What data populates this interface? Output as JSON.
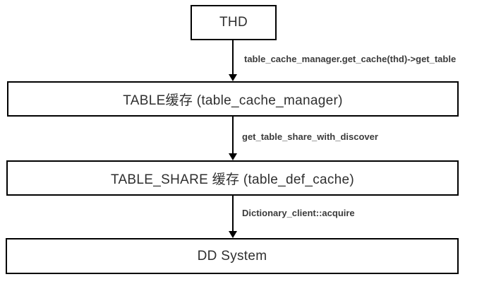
{
  "diagram": {
    "type": "flowchart",
    "direction": "top-down",
    "nodes": [
      {
        "id": "thd",
        "label": "THD"
      },
      {
        "id": "table-cache",
        "label": "TABLE缓存 (table_cache_manager)"
      },
      {
        "id": "table-share-cache",
        "label": "TABLE_SHARE 缓存 (table_def_cache)"
      },
      {
        "id": "dd-system",
        "label": "DD System"
      }
    ],
    "edges": [
      {
        "from": "thd",
        "to": "table-cache",
        "label": "table_cache_manager.get_cache(thd)->get_table"
      },
      {
        "from": "table-cache",
        "to": "table-share-cache",
        "label": "get_table_share_with_discover"
      },
      {
        "from": "table-share-cache",
        "to": "dd-system",
        "label": "Dictionary_client::acquire"
      }
    ],
    "colors": {
      "background": "#ffffff",
      "node_border": "#000000",
      "node_fill": "#ffffff",
      "node_text": "#2f2f2f",
      "edge_line": "#000000",
      "edge_label_text": "#3b3b3b"
    }
  }
}
